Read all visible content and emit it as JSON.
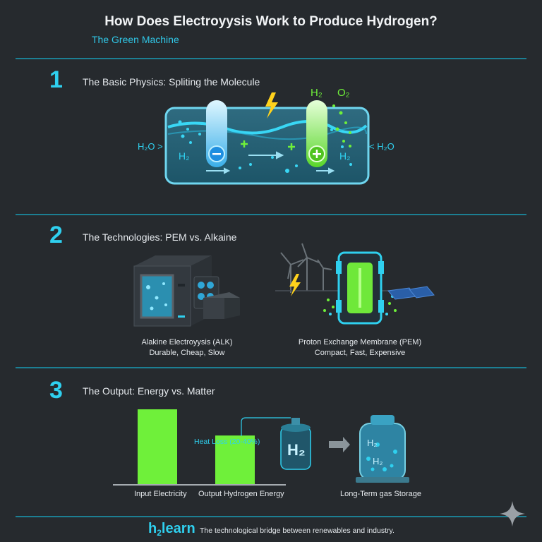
{
  "header": {
    "title": "How Does Electroyysis Work to Produce Hydrogen?",
    "subtitle": "The Green Machine"
  },
  "sections": [
    {
      "number": "1",
      "title": "The Basic Physics: Spliting the Molecule",
      "labels": {
        "h2o_left": "H₂O >",
        "h2o_right": "< H₂O",
        "h2_left": "H₂",
        "h2_right": "H₂",
        "h2_top": "H₂",
        "o2_top": "O₂",
        "minus": "−",
        "plus": "+"
      }
    },
    {
      "number": "2",
      "title": "The Technologies: PEM vs. Alkaine",
      "left_caption": [
        "Alakine Electroyysis (ALK)",
        "Durable, Cheap, Slow"
      ],
      "right_caption": [
        "Proton Exchange Membrane (PEM)",
        "Compact, Fast, Expensive"
      ]
    },
    {
      "number": "3",
      "title": "The Output: Energy vs. Matter",
      "bar_labels": [
        "Input Electricity",
        "Output Hydrogen Energy"
      ],
      "bar_values": [
        100,
        65
      ],
      "heat_loss": "Heat Loss (20-40%)",
      "tank_label": "H₂",
      "storage_caption": "Long-Term gas Storage"
    }
  ],
  "footer": {
    "brand_h": "h",
    "brand_sub": "2",
    "brand_rest": "learn",
    "tagline": "The technological bridge between renewables and industry."
  },
  "colors": {
    "accent": "#2fd0ef",
    "green": "#7fef3c",
    "background": "#262a2e"
  },
  "icons": [
    "lightning-icon",
    "wind-turbine-icon",
    "solar-panel-icon",
    "sparkle-icon"
  ]
}
